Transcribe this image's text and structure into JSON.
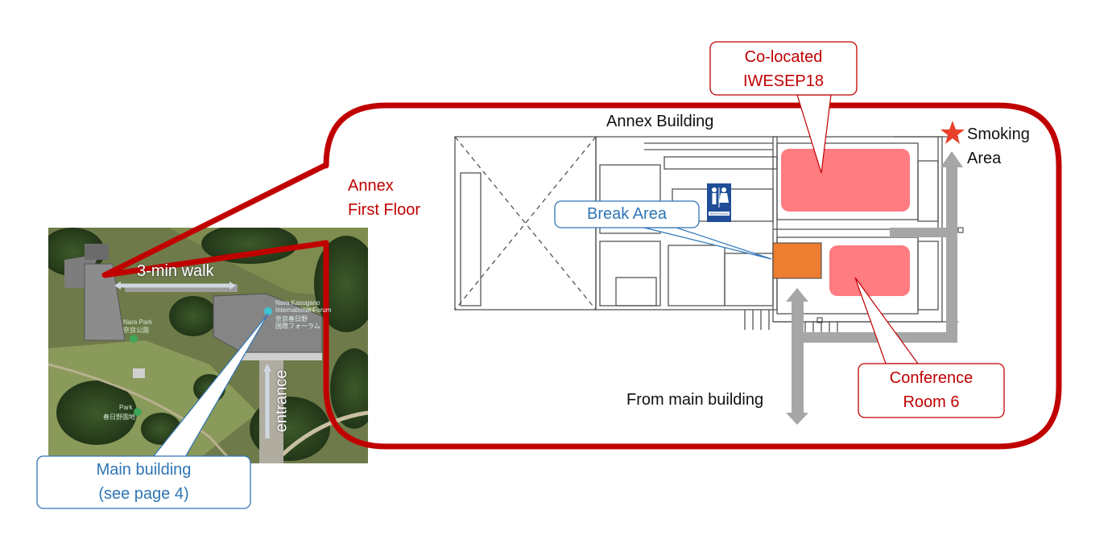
{
  "annex_title": "Annex Building",
  "annex_floor_label": [
    "Annex",
    "First Floor"
  ],
  "smoking_area": [
    "Smoking",
    "Area"
  ],
  "from_main_building": "From main building",
  "callouts": {
    "colocated": [
      "Co-located",
      "IWESEP18"
    ],
    "break_area": "Break Area",
    "conference_room": [
      "Conference",
      "Room 6"
    ],
    "main_building": [
      "Main building",
      "(see page 4)"
    ]
  },
  "map_labels": {
    "walk": "3-min walk",
    "entrance": "entrance",
    "forum": [
      "Nara Kasugano",
      "International Forum",
      "奈良春日野",
      "国際フォーラム"
    ],
    "park": [
      "Nara Park",
      "奈良公園"
    ],
    "park2": [
      "Park",
      "春日野園地"
    ]
  },
  "restroom_label": "RESTROOM",
  "colors": {
    "frame_red": "#c00000",
    "room_pink": "#ff7c80",
    "break_orange": "#ed7d31",
    "callout_blue": "#2e75b6",
    "arrow_gray": "#a6a6a6"
  },
  "icons": [
    "star-icon",
    "restroom-icon"
  ]
}
